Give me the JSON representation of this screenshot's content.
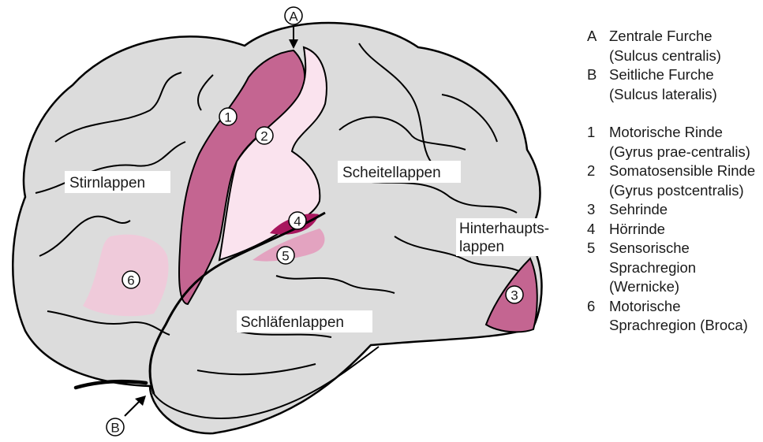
{
  "markers": {
    "a": "A",
    "b": "B"
  },
  "lobes": {
    "frontal": "Stirnlappen",
    "parietal": "Scheitellappen",
    "occipital_line1": "Hinterhaupts-",
    "occipital_line2": "lappen",
    "temporal": "Schläfenlappen"
  },
  "regions": {
    "r1": "1",
    "r2": "2",
    "r3": "3",
    "r4": "4",
    "r5": "5",
    "r6": "6"
  },
  "colors": {
    "brain_fill": "#dcdcdc",
    "outline": "#000000",
    "motor_cortex": "#c46591",
    "somatosensory_cortex": "#fae3ee",
    "visual_cortex": "#c46591",
    "auditory_cortex": "#a8165e",
    "wernicke": "#e3a3c0",
    "broca": "#efcada"
  },
  "legend": {
    "a_key": "A",
    "a_text": "Zentrale Furche (Sulcus centralis)",
    "b_key": "B",
    "b_text": "Seitliche Furche (Sulcus lateralis)",
    "i1_key": "1",
    "i1_text": "Motorische Rinde (Gyrus prae-centralis)",
    "i2_key": "2",
    "i2_text": "Somatosensible Rinde (Gyrus postcentralis)",
    "i3_key": "3",
    "i3_text": "Sehrinde",
    "i4_key": "4",
    "i4_text": "Hörrinde",
    "i5_key": "5",
    "i5_text": "Sensorische Sprachregion (Wernicke)",
    "i6_key": "6",
    "i6_text": "Motorische Sprachregion (Broca)"
  }
}
